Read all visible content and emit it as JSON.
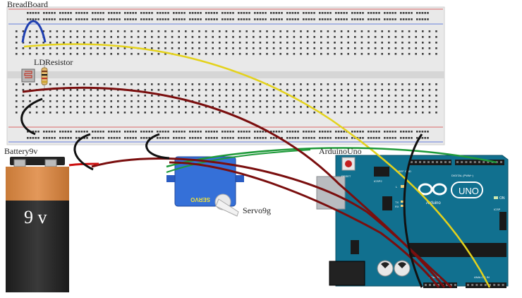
{
  "labels": {
    "breadboard": "BreadBoard",
    "ldr_resistor": "LDResistor",
    "battery": "Battery9v",
    "arduino": "ArduinoUno",
    "servo": "Servo9g"
  },
  "battery_text": "9 v",
  "servo_text": "SERVO",
  "arduino_board": {
    "logo_text": "UNO",
    "brand_text": "Arduino",
    "reset_label": "RESET",
    "icsp_label": "ICSP2",
    "icsp1_label": "ICSP",
    "digital_label": "DIGITAL (PWM~)",
    "power_label": "POWER",
    "analog_label": "ANALOG IN",
    "on_label": "ON",
    "aref_label": "AREF",
    "gnd_label": "GND",
    "tx_label": "TX",
    "rx_label": "RX",
    "l_label": "L"
  },
  "colors": {
    "wire_yellow": "#e4d21c",
    "wire_green": "#1f9a3a",
    "wire_darkred": "#7a0e0e",
    "wire_black": "#111111",
    "wire_blue": "#1f3fb0",
    "arduino_blue": "#0f6f8f",
    "servo_blue": "#2c62c8",
    "battery_orange": "#d9873f"
  }
}
